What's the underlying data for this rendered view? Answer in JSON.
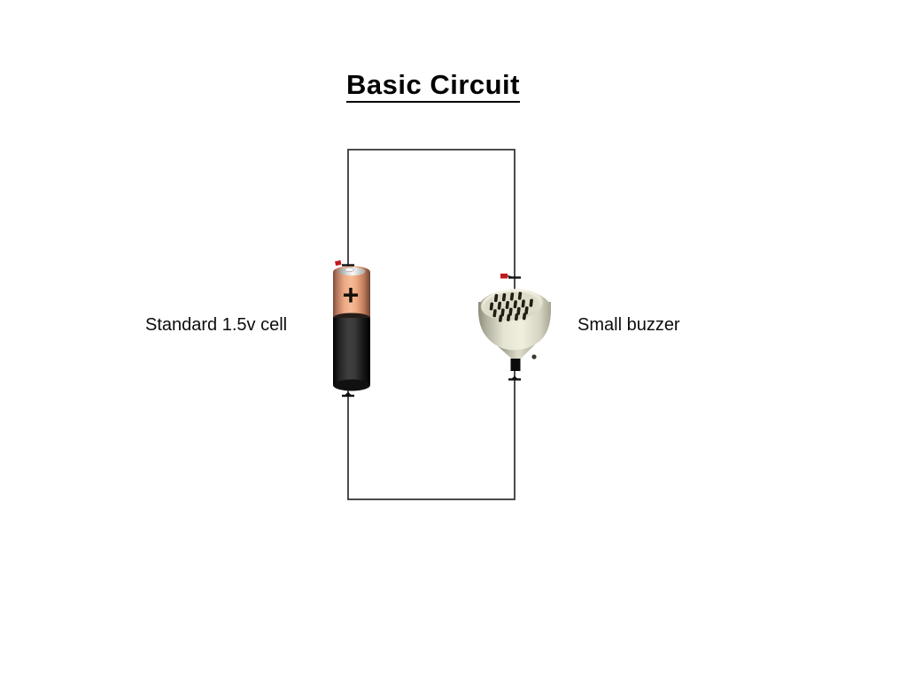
{
  "slide": {
    "title": "Basic Circuit"
  },
  "diagram": {
    "battery": {
      "label": "Standard 1.5v cell",
      "plus_sign": "+"
    },
    "buzzer": {
      "label": "Small buzzer"
    },
    "colors": {
      "wire": "#383838",
      "battery_body_top": "#eba985",
      "battery_body_bottom": "#1c1c1c",
      "battery_cap": "#e8e8e8",
      "buzzer_body": "#e8e6d4",
      "vent_slot": "#1e1e14",
      "terminal_mark_red": "#c2191c",
      "text": "#000000",
      "background": "#ffffff"
    }
  }
}
